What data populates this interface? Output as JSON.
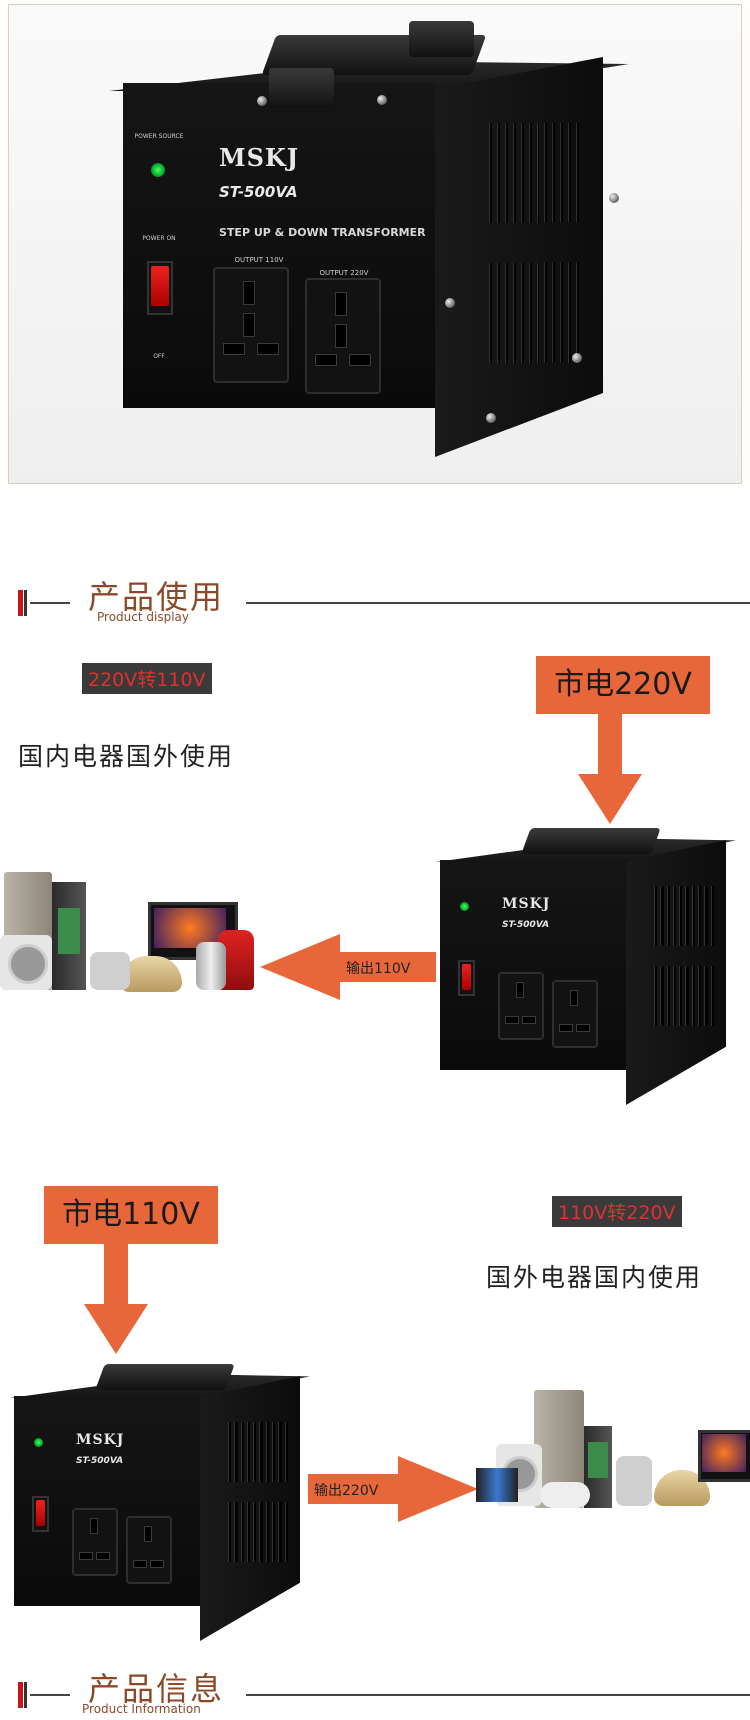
{
  "product": {
    "brand": "MSKJ",
    "model": "ST-500VA",
    "subtitle": "STEP UP & DOWN TRANSFORMER",
    "power_source_label": "POWER SOURCE",
    "power_on_label": "POWER ON",
    "off_label": "OFF",
    "output1_label": "OUTPUT 110V",
    "output2_label": "OUTPUT 220V"
  },
  "section_usage": {
    "title": "产品使用",
    "subtitle": "Product display"
  },
  "usage1": {
    "badge": "220V转110V",
    "description": "国内电器国外使用",
    "mains_label": "市电220V",
    "output_label": "输出110V"
  },
  "usage2": {
    "badge": "110V转220V",
    "description": "国外电器国内使用",
    "mains_label": "市电110V",
    "output_label": "输出220V"
  },
  "section_info": {
    "title": "产品信息",
    "subtitle": "Product Information"
  },
  "colors": {
    "accent_orange": "#e8673a",
    "header_brown": "#8a4a2a",
    "marker_red": "#c8151b",
    "badge_bg": "#3a3a3a",
    "badge_text": "#e03030"
  }
}
